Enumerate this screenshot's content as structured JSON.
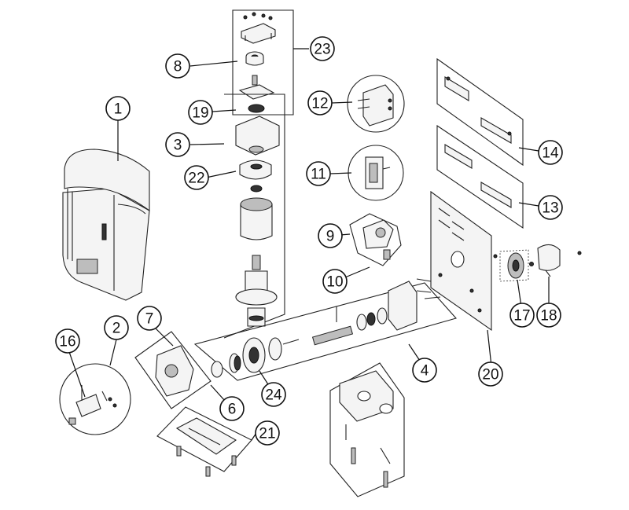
{
  "callouts": [
    "1",
    "2",
    "3",
    "4",
    "6",
    "7",
    "8",
    "9",
    "10",
    "11",
    "12",
    "13",
    "14",
    "16",
    "17",
    "18",
    "19",
    "20",
    "21",
    "22",
    "23",
    "24"
  ]
}
